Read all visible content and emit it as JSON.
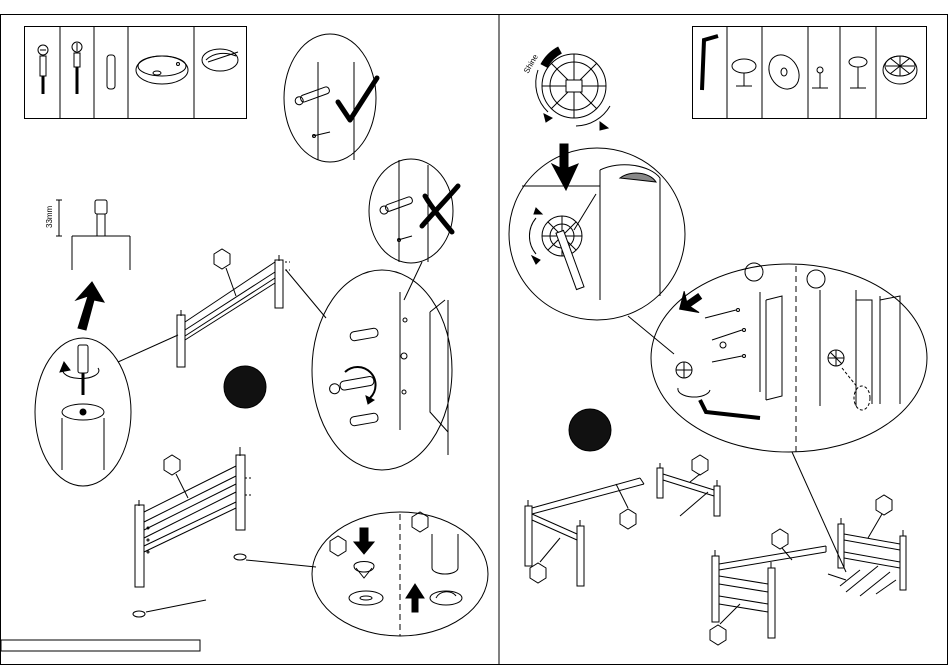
{
  "document": {
    "type": "assembly-instructions",
    "pages": 2
  },
  "left_page": {
    "parts_box": {
      "items": [
        "bolt-long-icon",
        "bolt-short-icon",
        "dowel-icon",
        "round-cover-cap-icon",
        "round-disc-icon"
      ]
    },
    "dimension_label": "33mm",
    "correct_mark": "check-icon",
    "wrong_mark": "cross-icon"
  },
  "right_page": {
    "parts_box": {
      "items": [
        "allen-key-icon",
        "leveler-foot-icon",
        "disc-pad-icon",
        "small-screw-icon",
        "stem-screw-icon",
        "cam-lock-icon"
      ]
    },
    "cam_label": "Shine"
  },
  "colors": {
    "line": "#000000",
    "paper": "#ffffff",
    "fill_dark": "#111111",
    "hatch": "#888888"
  }
}
